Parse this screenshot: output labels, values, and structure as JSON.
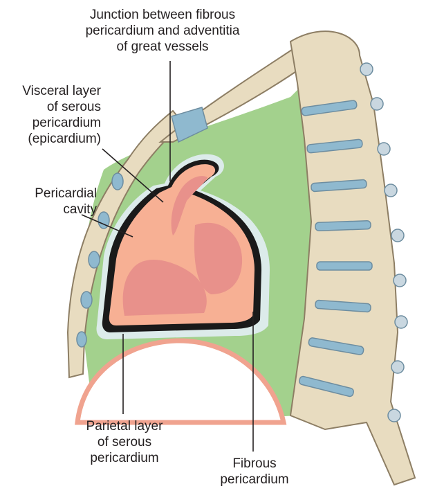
{
  "labels": {
    "junction": "Junction between fibrous\npericardium and adventitia\nof great vessels",
    "visceral": "Visceral layer\nof serous\npericardium\n(epicardium)",
    "cavity": "Pericardial\ncavity",
    "parietal": "Parietal layer\nof serous\npericardium",
    "fibrous": "Fibrous\npericardium"
  },
  "colors": {
    "mediastinum": "#a3d18d",
    "pericardium_outer": "#dcebea",
    "heart_outer": "#f7b094",
    "heart_chamber": "#e8918b",
    "black_layer": "#1a1a1a",
    "bone": "#e8dcc0",
    "bone_outline": "#8d7e64",
    "cartilage": "#8fb9cf",
    "diaphragm": "#f0a38f"
  }
}
